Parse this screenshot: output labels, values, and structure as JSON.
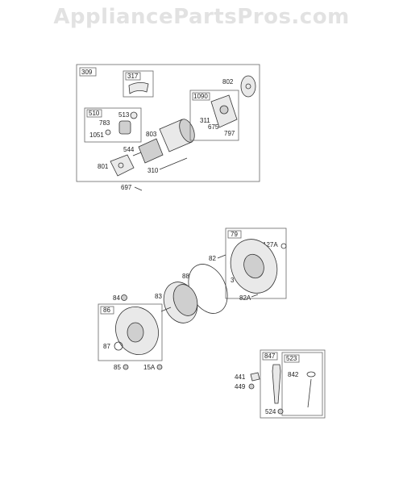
{
  "watermark": "AppliancePartsPros.com",
  "callouts": {
    "b309": "309",
    "b317": "317",
    "b510": "510",
    "b1090": "1090",
    "p802": "802",
    "p513": "513",
    "p783": "783",
    "p1051": "1051",
    "p803": "803",
    "p311": "311",
    "p675": "675",
    "p797": "797",
    "p544": "544",
    "p801": "801",
    "p310": "310",
    "p697": "697",
    "b79": "79",
    "p82": "82",
    "p127A": "127A",
    "p88": "88",
    "p3": "3",
    "p82A": "82A",
    "p84": "84",
    "p83": "83",
    "b86": "86",
    "p87": "87",
    "p85": "85",
    "p15A": "15A",
    "b847": "847",
    "b523": "523",
    "p441": "441",
    "p842": "842",
    "p449": "449",
    "p524": "524"
  }
}
